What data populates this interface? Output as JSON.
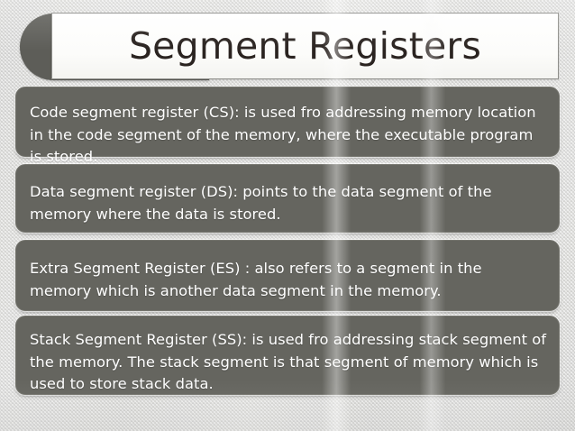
{
  "slide": {
    "title": "Segment Registers",
    "background_color": "#e3e3e1",
    "box_color": "#65655f",
    "box_text_color": "#ffffff",
    "title_text_color": "#2a2320",
    "title_plate_color": "#fcfcfa",
    "title_tab_color": "#5d5d58"
  },
  "content_boxes": [
    {
      "id": "cs",
      "text": "Code segment register (CS): is used fro addressing memory location in the code segment of the memory, where the executable program is stored."
    },
    {
      "id": "ds",
      "text": "Data segment register (DS): points to the data segment of the memory where the data is stored."
    },
    {
      "id": "es",
      "text": "Extra Segment Register (ES) : also refers to a segment in the memory which is another data segment in the memory."
    },
    {
      "id": "ss",
      "text": "Stack Segment Register (SS): is used fro addressing stack segment of the memory. The stack segment is that segment of memory which is used to store stack data."
    }
  ]
}
